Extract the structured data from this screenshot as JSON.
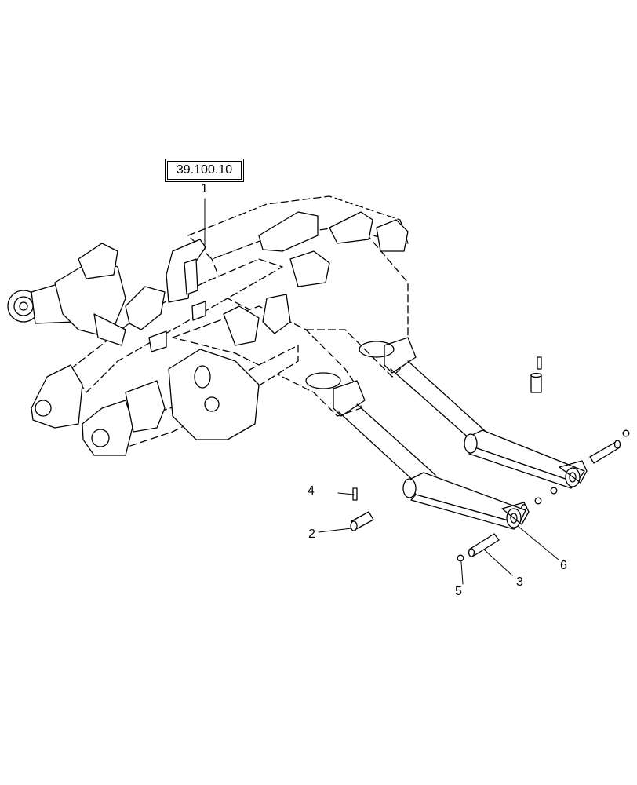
{
  "reference": "39.100.10",
  "callouts": {
    "c1": "1",
    "c2": "2",
    "c3": "3",
    "c4": "4",
    "c5": "5",
    "c6": "6"
  }
}
